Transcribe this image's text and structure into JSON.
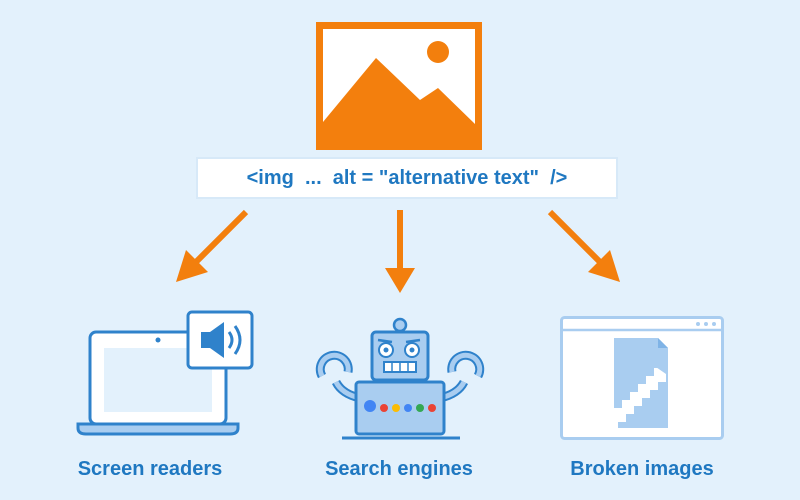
{
  "code_snippet": "<img  ...  alt = \"alternative text\"  />",
  "targets": [
    {
      "label": "Screen readers",
      "icon": "laptop-speaker-icon"
    },
    {
      "label": "Search engines",
      "icon": "search-robot-icon"
    },
    {
      "label": "Broken images",
      "icon": "broken-image-window-icon"
    }
  ],
  "icons": {
    "source": "image-placeholder-icon",
    "arrows": "arrow-down-icon"
  },
  "colors": {
    "background": "#e3f1fc",
    "accent_orange": "#f37f0d",
    "text_blue": "#1f78c1",
    "light_blue": "#a9cdf0",
    "line_blue": "#2f82cb"
  }
}
